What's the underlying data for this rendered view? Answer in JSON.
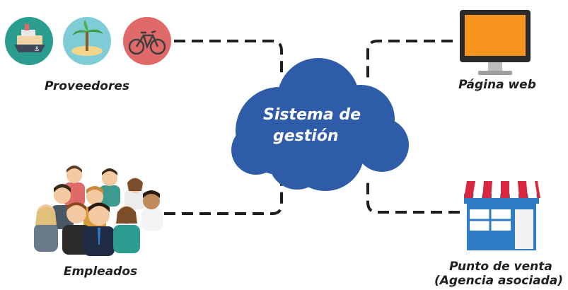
{
  "center": {
    "line1": "Sistema de",
    "line2": "gestión",
    "color": "#2E5CA8"
  },
  "nodes": {
    "proveedores": {
      "label": "Proveedores",
      "icons": [
        "ship-icon",
        "island-icon",
        "bicycle-icon"
      ]
    },
    "pagina_web": {
      "label": "Página web",
      "icon": "monitor-icon"
    },
    "empleados": {
      "label": "Empleados",
      "icon": "people-group-icon"
    },
    "punto_venta": {
      "line1": "Punto de venta",
      "line2": "(Agencia asociada)",
      "icon": "store-icon"
    }
  },
  "colors": {
    "connector": "#1f1f1f",
    "ship_circle": "#2A9D8F",
    "island_circle": "#7FCBD6",
    "bicycle_circle": "#E06A6A",
    "monitor_screen": "#F7941D",
    "store_awning": "#D7263D",
    "store_body": "#2F7CC4"
  }
}
